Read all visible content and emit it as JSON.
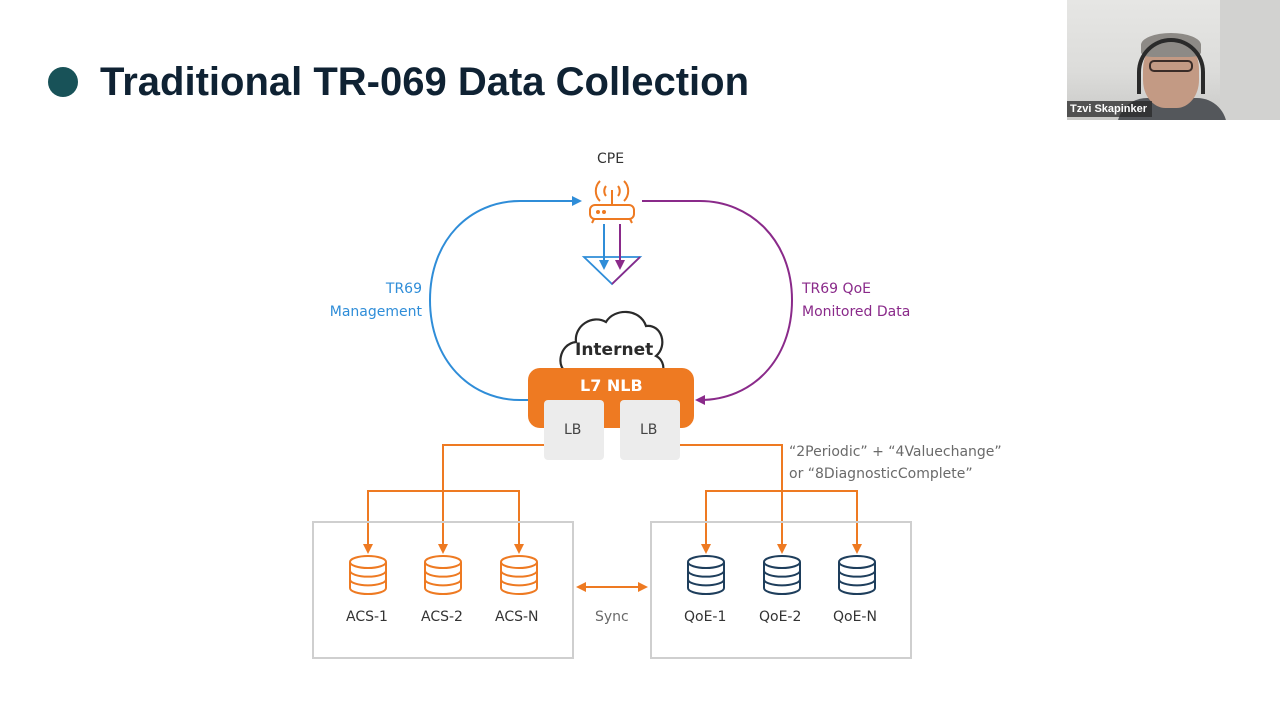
{
  "slide": {
    "title": "Traditional TR-069 Data Collection",
    "bullet_color": "#185258"
  },
  "video": {
    "participant_name": "Tzvi Skapinker"
  },
  "diagram": {
    "colors": {
      "orange": "#ee7a22",
      "blue": "#2f8dd8",
      "purple": "#8a2a8a",
      "navy": "#1e3e5c",
      "gray_text": "#6a6a6a",
      "box_border": "#cfcfcf",
      "lb_fill": "#ececec"
    },
    "cpe": {
      "label": "CPE",
      "icon": "router-icon"
    },
    "left_flow": {
      "line1": "TR69",
      "line2": "Management"
    },
    "right_flow": {
      "line1": "TR69 QoE",
      "line2": "Monitored Data"
    },
    "cloud": {
      "label": "Internet",
      "icon": "cloud-icon"
    },
    "nlb": {
      "label": "L7 NLB",
      "lb_left": "LB",
      "lb_right": "LB"
    },
    "event_note": {
      "line1": "“2Periodic” + “4Valuechange”",
      "line2": "or “8DiagnosticComplete”"
    },
    "acs_group": {
      "nodes": [
        "ACS-1",
        "ACS-2",
        "ACS-N"
      ],
      "icon": "database-icon"
    },
    "qoe_group": {
      "nodes": [
        "QoE-1",
        "QoE-2",
        "QoE-N"
      ],
      "icon": "database-icon"
    },
    "sync": {
      "label": "Sync"
    }
  }
}
